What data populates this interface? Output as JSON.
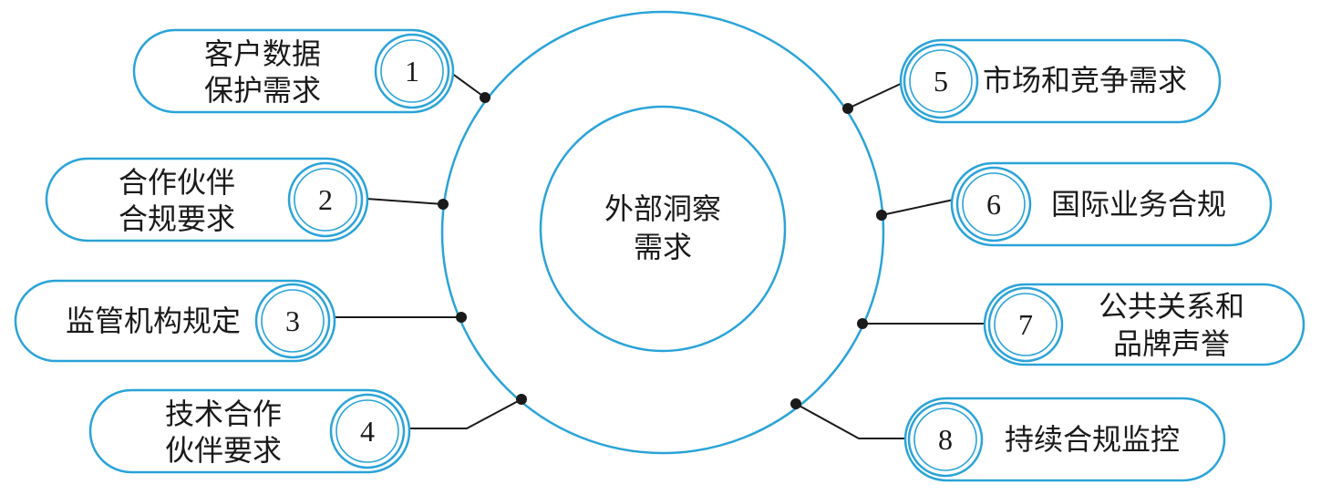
{
  "center": {
    "line1": "外部洞察",
    "line2": "需求"
  },
  "items": [
    {
      "number": "1",
      "line1": "客户数据",
      "line2": "保护需求"
    },
    {
      "number": "2",
      "line1": "合作伙伴",
      "line2": "合规要求"
    },
    {
      "number": "3",
      "line1": "监管机构规定",
      "line2": ""
    },
    {
      "number": "4",
      "line1": "技术合作",
      "line2": "伙伴要求"
    },
    {
      "number": "5",
      "line1": "市场和竞争需求",
      "line2": ""
    },
    {
      "number": "6",
      "line1": "国际业务合规",
      "line2": ""
    },
    {
      "number": "7",
      "line1": "公共关系和",
      "line2": "品牌声誉"
    },
    {
      "number": "8",
      "line1": "持续合规监控",
      "line2": ""
    }
  ],
  "colors": {
    "outline": "#2aa3d8",
    "connector": "#1a1a1a",
    "text": "#1a1a1a"
  }
}
